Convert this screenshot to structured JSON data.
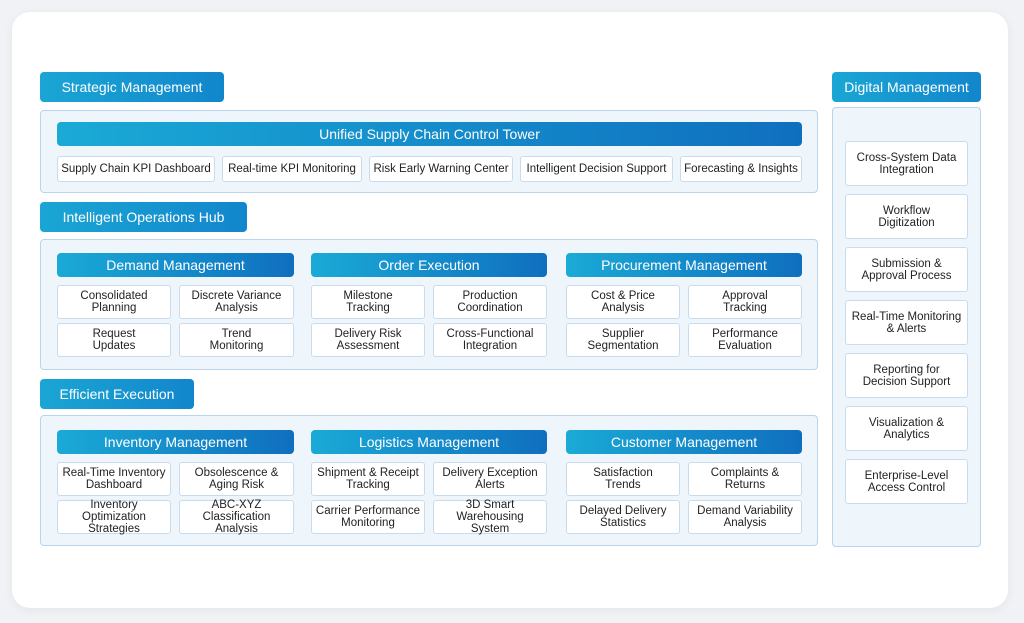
{
  "strategic": {
    "title": "Strategic Management",
    "bar": "Unified Supply Chain Control Tower",
    "items": [
      "Supply Chain KPI Dashboard",
      "Real-time KPI Monitoring",
      "Risk Early Warning Center",
      "Intelligent Decision Support",
      "Forecasting & Insights"
    ]
  },
  "operations": {
    "title": "Intelligent Operations Hub",
    "groups": [
      {
        "title": "Demand Management",
        "items": [
          "Consolidated\nPlanning",
          "Discrete Variance\nAnalysis",
          "Request\nUpdates",
          "Trend\nMonitoring"
        ]
      },
      {
        "title": "Order Execution",
        "items": [
          "Milestone\nTracking",
          "Production\nCoordination",
          "Delivery Risk\nAssessment",
          "Cross-Functional\nIntegration"
        ]
      },
      {
        "title": "Procurement Management",
        "items": [
          "Cost & Price\nAnalysis",
          "Approval\nTracking",
          "Supplier\nSegmentation",
          "Performance\nEvaluation"
        ]
      }
    ]
  },
  "execution": {
    "title": "Efficient Execution",
    "groups": [
      {
        "title": "Inventory Management",
        "items": [
          "Real-Time Inventory\nDashboard",
          "Obsolescence &\nAging Risk",
          "Inventory Optimization\nStrategies",
          "ABC-XYZ\nClassification Analysis"
        ]
      },
      {
        "title": "Logistics Management",
        "items": [
          "Shipment & Receipt\nTracking",
          "Delivery Exception\nAlerts",
          "Carrier Performance\nMonitoring",
          "3D Smart\nWarehousing System"
        ]
      },
      {
        "title": "Customer Management",
        "items": [
          "Satisfaction\nTrends",
          "Complaints &\nReturns",
          "Delayed Delivery\nStatistics",
          "Demand Variability\nAnalysis"
        ]
      }
    ]
  },
  "digital": {
    "title": "Digital Management",
    "items": [
      "Cross-System Data\nIntegration",
      "Workflow\nDigitization",
      "Submission &\nApproval Process",
      "Real-Time Monitoring\n& Alerts",
      "Reporting for\nDecision Support",
      "Visualization &\nAnalytics",
      "Enterprise-Level\nAccess Control"
    ]
  }
}
